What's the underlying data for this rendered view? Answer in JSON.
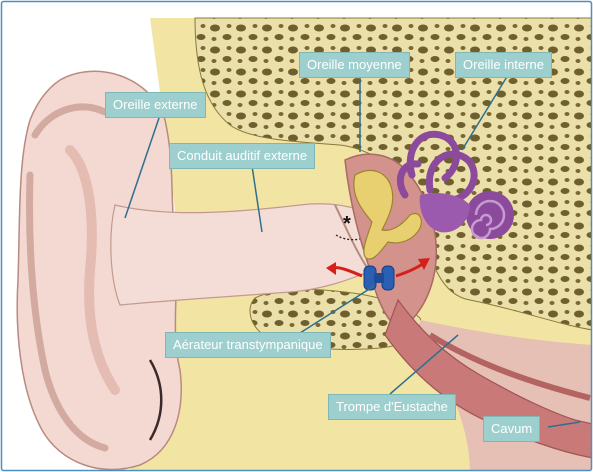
{
  "labels": {
    "oreille_externe": "Oreille externe",
    "conduit": "Conduit auditif externe",
    "oreille_moyenne": "Oreille moyenne",
    "oreille_interne": "Oreille interne",
    "aerateur": "Aérateur transtympanique",
    "trompe": "Trompe d'Eustache",
    "cavum": "Cavum"
  },
  "asterisk": "*",
  "colors": {
    "label_bg": "#9ecfcf",
    "skin": "#f3d9d2",
    "bone_fill": "#ebe0a9",
    "cavity": "#6f5e2e",
    "inner_ear": "#8b4a9c",
    "tube": "#c77878",
    "grommet": "#2a5fb4",
    "arrow": "#d6201b"
  }
}
